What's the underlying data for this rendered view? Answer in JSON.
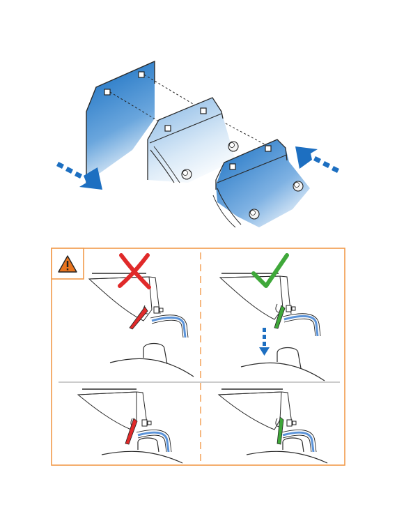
{
  "colors": {
    "background": "#ffffff",
    "panel_blue": "#1f74c4",
    "panel_blue_light": "#b9d6ef",
    "arrow_blue": "#1d6fc1",
    "outline": "#2a2a2a",
    "dashed_line": "#222222",
    "frame_orange": "#f29a4a",
    "warning_fill": "#e8741e",
    "wrong_red": "#e02a2a",
    "right_green": "#3fa83a",
    "bracket_blue": "#5b93d8",
    "divider_gray": "#9a9a9a"
  },
  "icons": {
    "warning": "warning-triangle-icon",
    "wrong": "red-cross-icon",
    "right": "green-check-icon",
    "move_left": "dotted-arrow-down-right-icon",
    "move_right": "dotted-arrow-up-left-icon",
    "push_down": "dotted-arrow-down-icon"
  },
  "panels": {
    "top_left": {
      "verdict": "wrong",
      "step": "before-lowering"
    },
    "top_right": {
      "verdict": "right",
      "step": "before-lowering"
    },
    "bottom_left": {
      "verdict": "wrong",
      "step": "mounted"
    },
    "bottom_right": {
      "verdict": "right",
      "step": "mounted"
    }
  }
}
